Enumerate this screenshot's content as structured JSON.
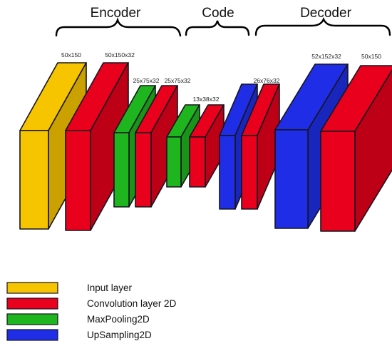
{
  "colors": {
    "input": "#f7c400",
    "conv": "#e8001c",
    "pool": "#1fb51f",
    "upsample": "#1f2ee6",
    "outline": "#15151f"
  },
  "sections": [
    {
      "label": "Encoder"
    },
    {
      "label": "Code"
    },
    {
      "label": "Decoder"
    }
  ],
  "blocks": [
    {
      "type": "input",
      "label": "50x150"
    },
    {
      "type": "conv",
      "label": "50x150x32"
    },
    {
      "type": "pool",
      "label": "25x75x32"
    },
    {
      "type": "conv",
      "label": "25x75x32"
    },
    {
      "type": "pool",
      "label": ""
    },
    {
      "type": "conv",
      "label": "13x38x32"
    },
    {
      "type": "upsample",
      "label": ""
    },
    {
      "type": "conv",
      "label": "26x76x32"
    },
    {
      "type": "upsample",
      "label": "52x152x32"
    },
    {
      "type": "conv",
      "label": "50x150"
    }
  ],
  "legend": [
    {
      "type": "input",
      "label": "Input layer"
    },
    {
      "type": "conv",
      "label": "Convolution layer 2D"
    },
    {
      "type": "pool",
      "label": "MaxPooling2D"
    },
    {
      "type": "upsample",
      "label": "UpSampling2D"
    }
  ]
}
